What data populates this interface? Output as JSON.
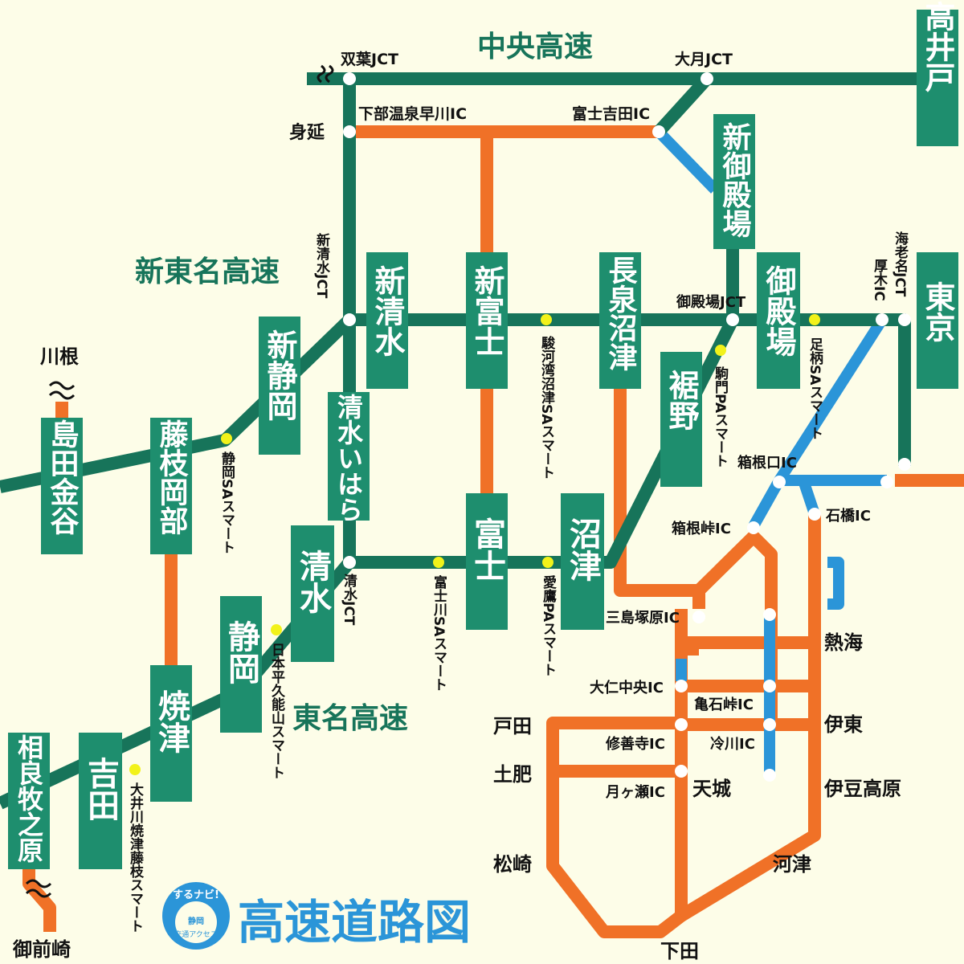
{
  "title": "高速道路図",
  "logo": {
    "brand": "するナビ!",
    "sub1": "静岡",
    "sub2": "交通アクセス"
  },
  "highways": {
    "chuo": "中央高速",
    "shintomei": "新東名高速",
    "tomei": "東名高速"
  },
  "colors": {
    "highway": "#17745a",
    "toll_road": "#f07127",
    "expressway_link": "#2b95d8",
    "sa_marker": "#f2f21a",
    "background": "#fdfde8"
  },
  "boxes": {
    "takaido": "高井戸",
    "shingotemba": "新御殿場",
    "tokyo": "東京",
    "gotemba": "御殿場",
    "nagaizumi": "長泉沼津",
    "shinfuji": "新富士",
    "shinshimizu": "新清水",
    "shinshizuoka": "新静岡",
    "fujiedaokabe": "藤枝岡部",
    "shimadakanaya": "島田金谷",
    "susono": "裾野",
    "shimizuihara": "清水いはら",
    "fuji": "富士",
    "numazu": "沼津",
    "shimizu": "清水",
    "shizuoka": "静岡",
    "yaizu": "焼津",
    "yoshida": "吉田",
    "sagara": "相良牧之原"
  },
  "labels": {
    "futaba": "双葉JCT",
    "otsuki": "大月JCT",
    "shimobe": "下部温泉早川IC",
    "fujiyoshida": "富士吉田IC",
    "minobu": "身延",
    "shinshimizu_jct": "新清水JCT",
    "gotemba_jct": "御殿場JCT",
    "ebina": "海老名JCT",
    "atsugi": "厚木IC",
    "surugawan": "駿河湾沼津SAスマート",
    "komakado": "駒門PAスマート",
    "ashigara": "足柄SAスマート",
    "kawane": "川根",
    "shizuoka_sa": "静岡SAスマート",
    "hakone_guchi": "箱根口IC",
    "ishibashi": "石橋IC",
    "hakone_toge": "箱根峠IC",
    "shimizu_jct": "清水JCT",
    "fujikawa": "富士川SAスマート",
    "ashitaka": "愛鷹PAスマート",
    "mishima": "三島塚原IC",
    "atami": "熱海",
    "nihondaira": "日本平久能山スマート",
    "ohito": "大仁中央IC",
    "kameishi": "亀石峠IC",
    "heda": "戸田",
    "ito": "伊東",
    "shuzenji": "修善寺IC",
    "hiekawa": "冷川IC",
    "toi": "土肥",
    "tsukigase": "月ヶ瀬IC",
    "amagi": "天城",
    "izukogen": "伊豆高原",
    "oigawa": "大井川焼津藤枝スマート",
    "matsuzaki": "松崎",
    "kawazu": "河津",
    "omaezaki": "御前崎",
    "shimoda": "下田"
  }
}
